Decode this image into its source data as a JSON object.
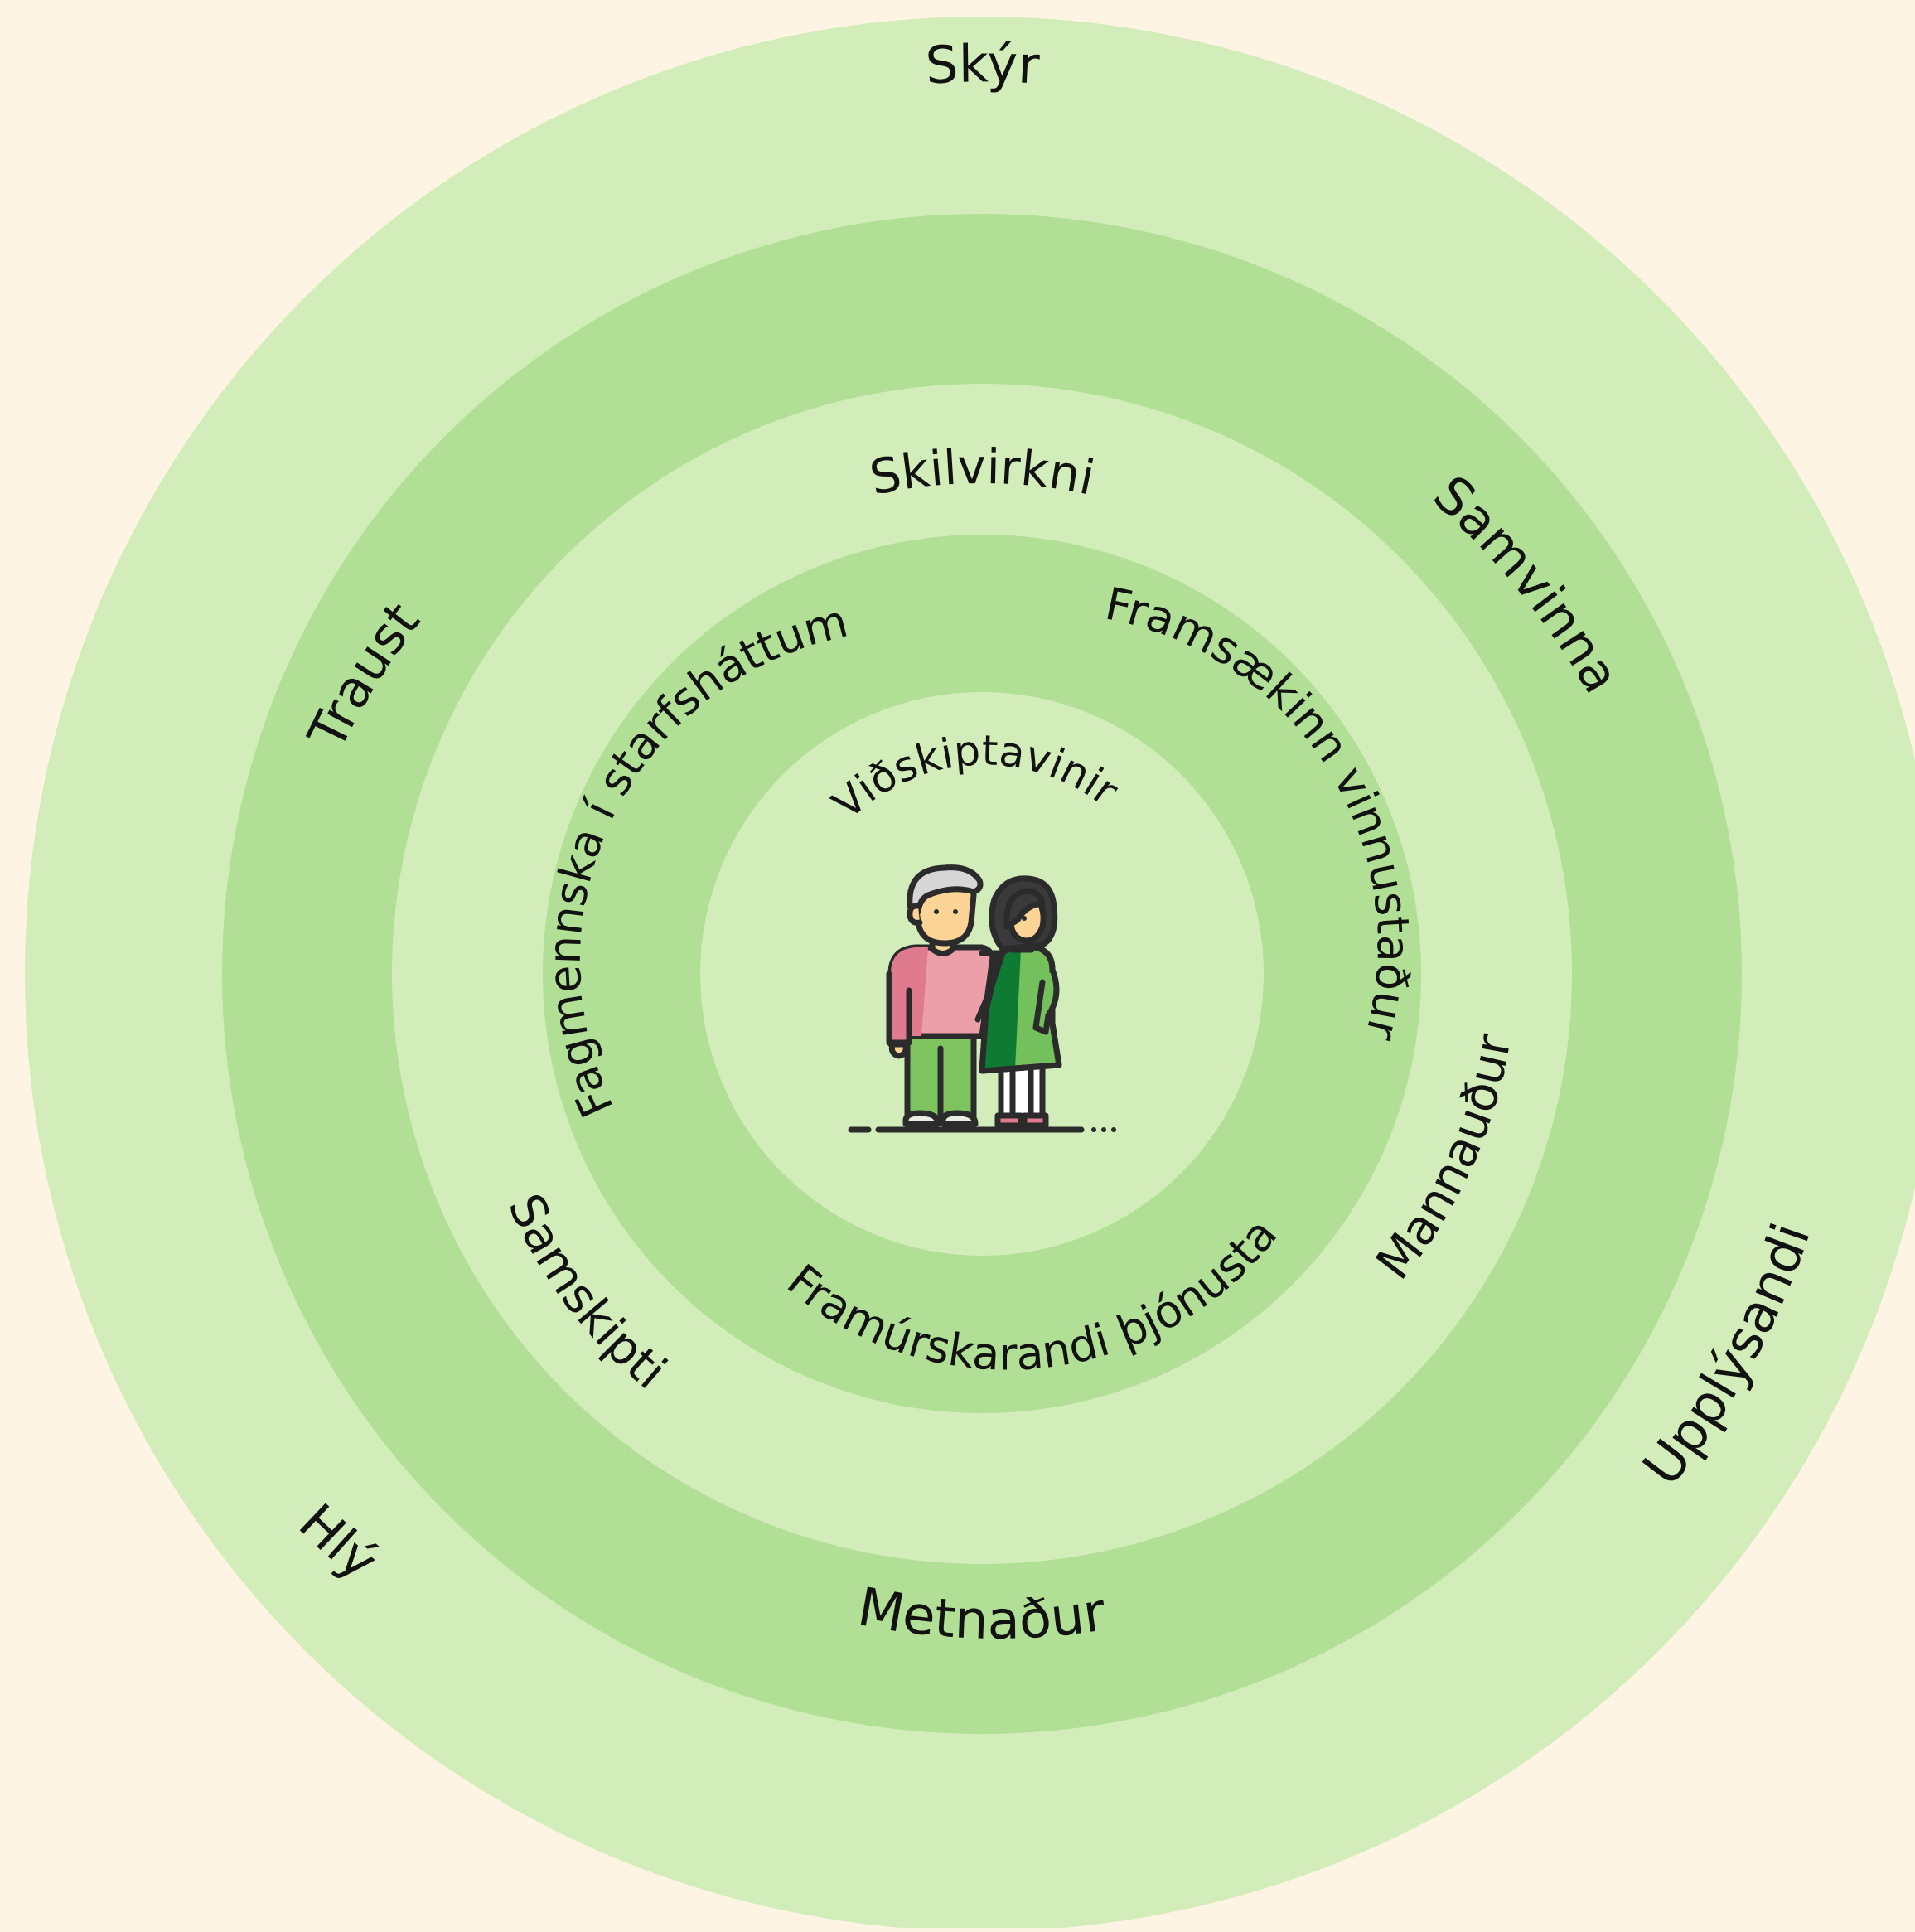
{
  "colors": {
    "background": "#fdf4e3",
    "ring_light": "#d2edb9",
    "ring_medium": "#b0df95",
    "text": "#111111",
    "outline": "#2b2b2b",
    "man_shirt": "#e07a8e",
    "man_shirt_light": "#ec9ea9",
    "man_pants": "#7dc35e",
    "woman_dress": "#0f7a32",
    "woman_dress_light": "#74c05c",
    "hair_man": "#d6d6d6",
    "hair_woman": "#3a3a3a",
    "skin": "#fcd596"
  },
  "diagram": {
    "center_icon": "couple-icon",
    "rings": [
      {
        "id": "outer",
        "labels": [
          "Skýr",
          "Samvinna",
          "Upplýsandi",
          "Hlý",
          "Traust"
        ]
      },
      {
        "id": "second",
        "labels": [
          "Metnaður"
        ]
      },
      {
        "id": "third",
        "labels": [
          "Skilvirkni",
          "Mannauður",
          "Samskipti"
        ]
      },
      {
        "id": "fourth",
        "labels": [
          "Fagmennska í starfsháttum",
          "Framsækinn vinnustaður",
          "Framúrskarandi þjónusta"
        ]
      },
      {
        "id": "core",
        "labels": [
          "Viðskiptavinir"
        ]
      }
    ]
  }
}
